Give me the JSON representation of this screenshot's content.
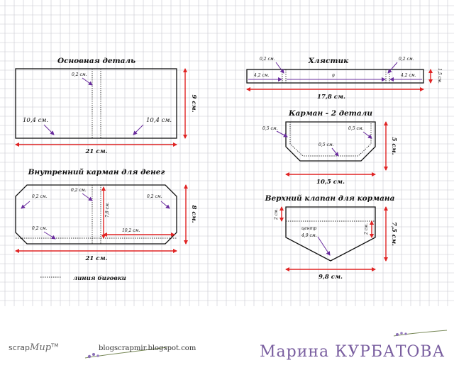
{
  "colors": {
    "dimension_line": "#e02424",
    "pointer": "#6a2d9e",
    "grid": "#c8c8d0",
    "author": "#7a5fa0"
  },
  "main_part": {
    "title": "Основная деталь",
    "fold_offset": "0,2 см.",
    "left_width": "10,4 см.",
    "right_width": "10,4 см.",
    "total_width": "21 см.",
    "height": "9 см."
  },
  "strap": {
    "title": "Хлястик",
    "left_offset": "0,2 см.",
    "right_offset": "0,2 см.",
    "left_part": "4,2 см.",
    "middle": "9",
    "right_part": "4,2 см.",
    "total_width": "17,8 см.",
    "height": "1,5 см."
  },
  "pocket": {
    "title": "Карман - 2 детали",
    "left_offset": "0,5 см.",
    "right_offset": "0,5 см.",
    "bottom_offset": "0,5 см.",
    "width": "10,5 см.",
    "height": "5 см."
  },
  "inner_pocket": {
    "title": "Внутренний карман для денег",
    "offset_top_left": "0,2 см.",
    "offset_top_center": "0,2 см.",
    "offset_top_right": "0,2 см.",
    "offset_bottom_left": "0,2 см.",
    "inner_height": "7,8 см.",
    "inner_width": "10,2 см.",
    "total_width": "21 см.",
    "height": "8 см."
  },
  "flap": {
    "title": "Верхний клапан для кормана",
    "left_height": "2 см.",
    "right_height": "2 см.",
    "center_label": "центр",
    "center_distance": "4,9 см.",
    "width": "9,8 см.",
    "height": "7,5 см."
  },
  "legend": {
    "fold_line": "линия биговки"
  },
  "footer": {
    "brand": "scrap",
    "brand_script": "Mup",
    "trademark": "TM",
    "blog": "blogscrapmir.blogspot.com",
    "author": "Марина КУРБАТОВА"
  }
}
